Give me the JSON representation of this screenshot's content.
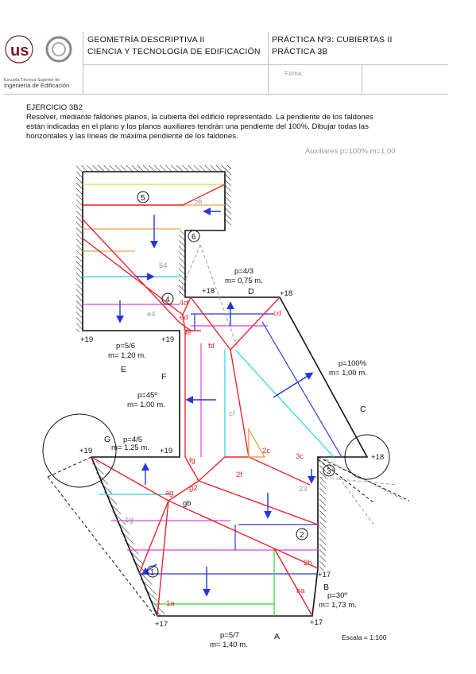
{
  "header": {
    "course_line1": "GEOMETRÍA DESCRIPTIVA II",
    "course_line2": "CIENCIA Y TECNOLOGÍA DE EDIFICACIÓN",
    "practice_line1": "PRÁCTICA Nº3: CUBIERTAS II",
    "practice_line2": "PRÁCTICA 3B",
    "firma_label": "Firma:",
    "school_line1": "Escuela Técnica Superior de",
    "school_line2": "Ingeniería de Edificación"
  },
  "exercise": {
    "title": "EJERCICIO 3B2",
    "line1": "Resolver, mediante faldones planos, la cubierta del edificio representado. La pendiente de los faldones",
    "line2": "están indicadas en el plano y los planos auxiliares tendrán una pendiente del 100%. Dibujar todas las",
    "line3": "horizontales y las líneas de máxima pendiente de los faldones.",
    "aux_note": "Auxiliares p=100% m=1,00"
  },
  "labels": {
    "p_D": "p=4/3",
    "m_D": "m= 0,75 m.",
    "p_E": "p=5/6",
    "m_E": "m= 1,20 m.",
    "p_C": "p=100%",
    "m_C": "m= 1,00 m.",
    "p_F": "p=45º",
    "m_F": "m= 1,00 m.",
    "p_G": "p=4/5",
    "m_G": "m= 1,25 m.",
    "p_B": "p=30º",
    "m_B": "m= 1,73 m.",
    "p_A": "p=5/7",
    "m_A": "m= 1,40 m.",
    "face_A": "A",
    "face_B": "B",
    "face_C": "C",
    "face_D": "D",
    "face_E": "E",
    "face_F": "F",
    "face_G": "G",
    "h_18a": "+18",
    "h_18b": "+18",
    "h_18c": "+18",
    "h_19a": "+19",
    "h_19b": "+19",
    "h_19c": "+19",
    "h_19d": "+19",
    "h_17a": "+17",
    "h_17b": "+17",
    "h_17c": "+17",
    "c1": "1",
    "c2": "2",
    "c3": "3",
    "c4": "4",
    "c5": "5",
    "c6": "6",
    "e_56": "56",
    "e_54": "54",
    "e_4d": "4d",
    "e_e4": "e4",
    "e_ed": "ed",
    "e_fe": "fe",
    "e_fd": "fd",
    "e_cd": "cd",
    "e_cf": "cf",
    "e_2c": "2c",
    "e_3c": "3c",
    "e_2f": "2f",
    "e_23": "23",
    "e_fg": "fg",
    "e_g2": "g2",
    "e_ag": "ag",
    "e_gb": "gb",
    "e_1g": "1g",
    "e_2b": "2b",
    "e_ba": "ba",
    "e_1a": "1a",
    "scale": "Escala = 1:100"
  },
  "colors": {
    "outline": "#111111",
    "ridge": "#e8262c",
    "arrow": "#2536d9",
    "contour_yellow": "#e6d43a",
    "contour_orange": "#f0a050",
    "contour_cyan": "#22d3e6",
    "contour_magenta": "#e040e6",
    "contour_blue": "#2a3ad8",
    "contour_green": "#2ed33a",
    "aux": "#9a9a9a"
  }
}
